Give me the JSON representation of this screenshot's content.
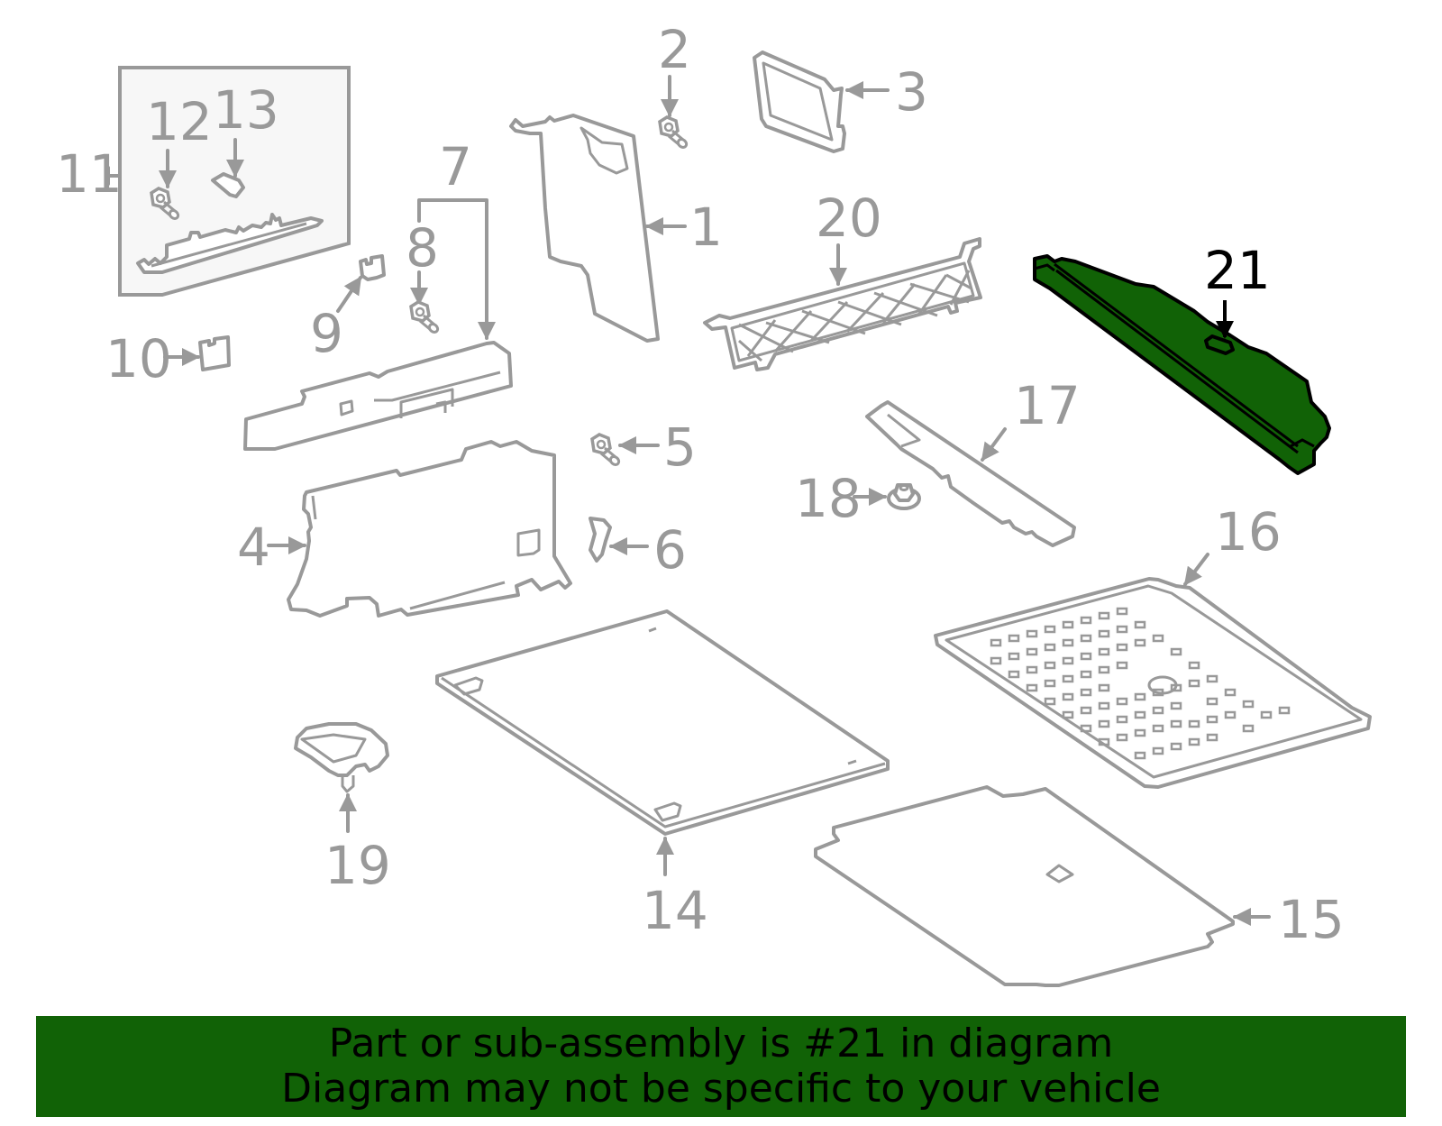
{
  "diagram": {
    "highlight_color": "#116206",
    "line_color": "#999999",
    "highlighted_part": "21",
    "callouts": [
      {
        "id": "1",
        "label": "1"
      },
      {
        "id": "2",
        "label": "2"
      },
      {
        "id": "3",
        "label": "3"
      },
      {
        "id": "4",
        "label": "4"
      },
      {
        "id": "5",
        "label": "5"
      },
      {
        "id": "6",
        "label": "6"
      },
      {
        "id": "7",
        "label": "7"
      },
      {
        "id": "8",
        "label": "8"
      },
      {
        "id": "9",
        "label": "9"
      },
      {
        "id": "10",
        "label": "10"
      },
      {
        "id": "11",
        "label": "11"
      },
      {
        "id": "12",
        "label": "12"
      },
      {
        "id": "13",
        "label": "13"
      },
      {
        "id": "14",
        "label": "14"
      },
      {
        "id": "15",
        "label": "15"
      },
      {
        "id": "16",
        "label": "16"
      },
      {
        "id": "17",
        "label": "17"
      },
      {
        "id": "18",
        "label": "18"
      },
      {
        "id": "19",
        "label": "19"
      },
      {
        "id": "20",
        "label": "20"
      },
      {
        "id": "21",
        "label": "21"
      }
    ]
  },
  "banner": {
    "line1": "Part or sub-assembly is #21 in diagram",
    "line2": "Diagram may not be specific to your vehicle",
    "background": "#116206"
  }
}
